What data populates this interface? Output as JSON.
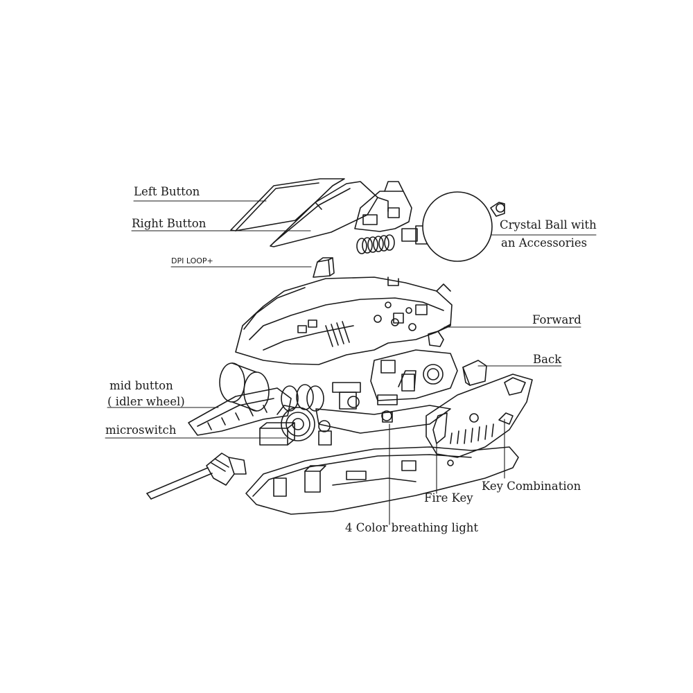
{
  "labels": {
    "left_button": "Left Button",
    "right_button": "Right Button",
    "dpi_loop": "DPI LOOP+",
    "crystal_ball_line1": "Crystal Ball with",
    "crystal_ball_line2": "an Accessories",
    "forward": "Forward",
    "back": "Back",
    "mid_button_line1": "mid button",
    "mid_button_line2": "( idler wheel)",
    "microswitch": "microswitch",
    "key_combination": "Key Combination",
    "fire_key": "Fire Key",
    "breathing_light": "4 Color breathing light"
  },
  "colors": {
    "ink": "#1a1a1a",
    "ball_fill": "#ffffff"
  }
}
